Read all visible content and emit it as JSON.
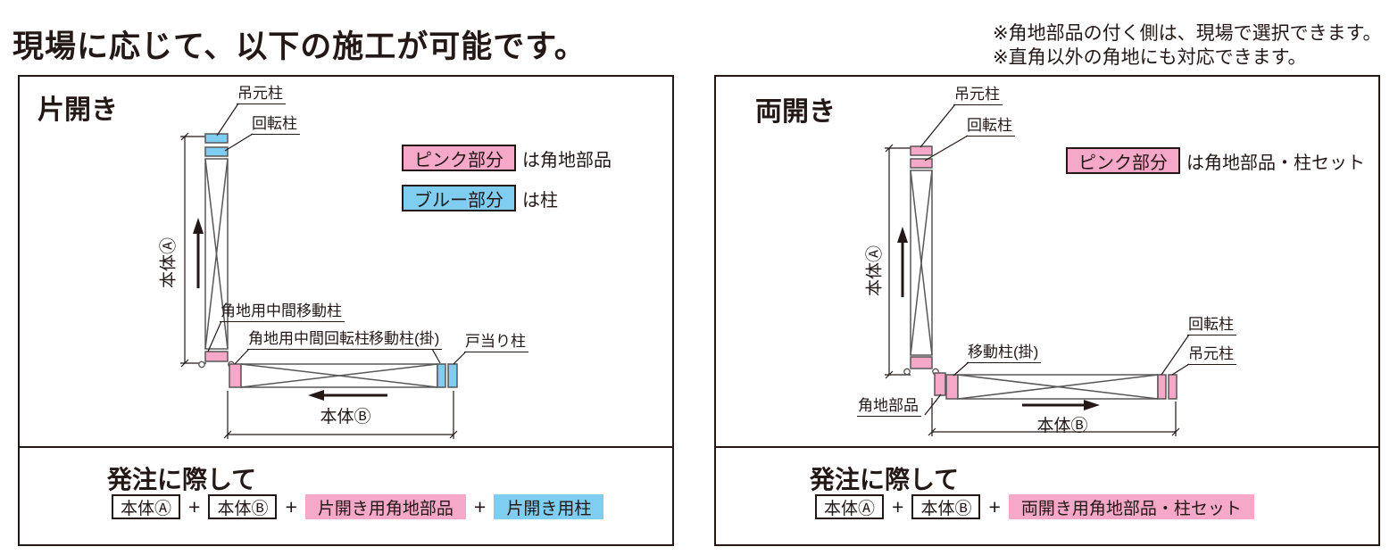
{
  "page": {
    "title": "現場に応じて、以下の施工が可能です。",
    "notes": [
      "※角地部品の付く側は、現場で選択できます。",
      "※直角以外の角地にも対応できます。"
    ]
  },
  "colors": {
    "pink": "#F5A8C8",
    "blue": "#7FCEF2",
    "line": "#595757",
    "ink": "#231815"
  },
  "left_panel": {
    "title": "片開き",
    "labels": {
      "tsurimoto": "吊元柱",
      "kaiten": "回転柱",
      "kakuchi_ido": "角地用中間移動柱",
      "kakuchi_kaiten": "角地用中間回転柱",
      "ido_kake": "移動柱(掛)",
      "toatari": "戸当り柱",
      "hontai_a": "本体Ⓐ",
      "hontai_b": "本体Ⓑ"
    },
    "legend": [
      {
        "swatch": "ピンク部分",
        "text": "は角地部品"
      },
      {
        "swatch": "ブルー部分",
        "text": "は柱"
      }
    ],
    "order": {
      "heading": "発注に際して",
      "item_a": "本体Ⓐ",
      "item_b": "本体Ⓑ",
      "item_corner": "片開き用角地部品",
      "item_post": "片開き用柱",
      "plus": "+"
    }
  },
  "right_panel": {
    "title": "両開き",
    "labels": {
      "tsurimoto_top": "吊元柱",
      "kaiten_top": "回転柱",
      "ido_kake": "移動柱(掛)",
      "kaiten_right": "回転柱",
      "tsurimoto_right": "吊元柱",
      "kakuchi_buhin": "角地部品",
      "hontai_a": "本体Ⓐ",
      "hontai_b": "本体Ⓑ"
    },
    "legend": [
      {
        "swatch": "ピンク部分",
        "text": "は角地部品・柱セット"
      }
    ],
    "order": {
      "heading": "発注に際して",
      "item_a": "本体Ⓐ",
      "item_b": "本体Ⓑ",
      "item_set": "両開き用角地部品・柱セット",
      "plus": "+"
    }
  }
}
